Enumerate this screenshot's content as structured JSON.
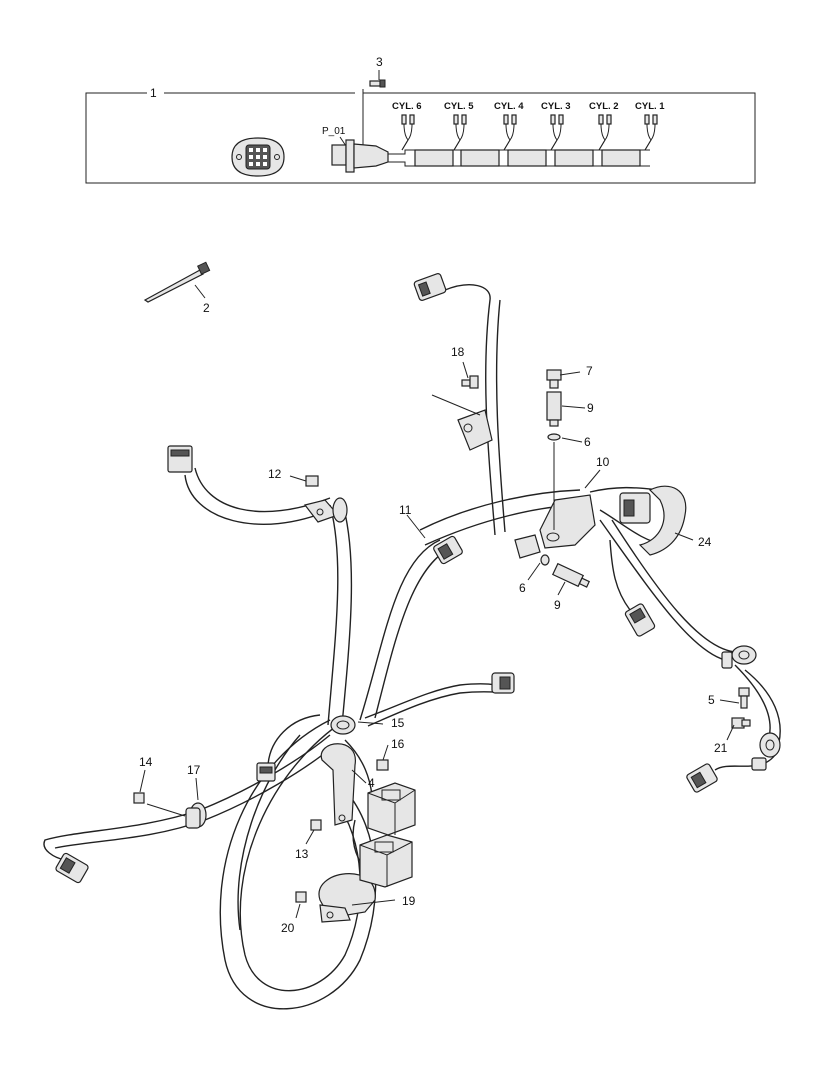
{
  "inset": {
    "item_label": "1",
    "screw_label": "3",
    "connector_label": "P_01",
    "cylinders": [
      "CYL. 6",
      "CYL. 5",
      "CYL. 4",
      "CYL. 3",
      "CYL. 2",
      "CYL. 1"
    ]
  },
  "callouts": {
    "c2": "2",
    "c4": "4",
    "c5": "5",
    "c6a": "6",
    "c6b": "6",
    "c7": "7",
    "c9a": "9",
    "c9b": "9",
    "c10": "10",
    "c11": "11",
    "c12": "12",
    "c13": "13",
    "c14": "14",
    "c15": "15",
    "c16": "16",
    "c17": "17",
    "c18": "18",
    "c19": "19",
    "c20": "20",
    "c21": "21",
    "c24": "24"
  }
}
